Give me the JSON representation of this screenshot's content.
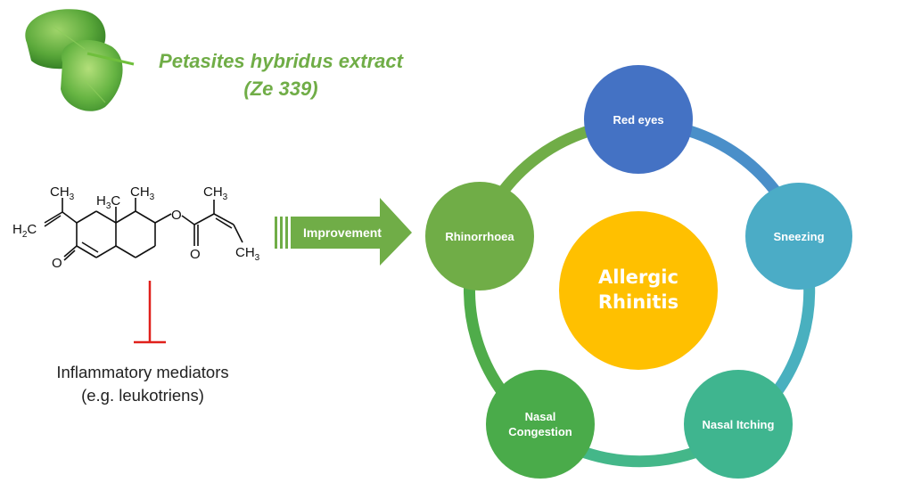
{
  "title": {
    "line1": "Petasites hybridus extract",
    "line2": "(Ze 339)"
  },
  "arrow_label": "Improvement",
  "inhibition": {
    "line1": "Inflammatory mediators",
    "line2": "(e.g. leukotriens)"
  },
  "molecule": {
    "ch3": "CH",
    "sub3": "3",
    "h2c": "H",
    "sub2": "2",
    "h2c_tail": "C",
    "h3c": "H",
    "h3c_tail": "C",
    "o": "O"
  },
  "center": {
    "line1": "Allergic",
    "line2": "Rhinitis"
  },
  "symptoms": [
    {
      "line1": "Red eyes",
      "line2": ""
    },
    {
      "line1": "Sneezing",
      "line2": ""
    },
    {
      "line1": "Nasal Itching",
      "line2": ""
    },
    {
      "line1": "Nasal",
      "line2": "Congestion"
    },
    {
      "line1": "Rhinorrhoea",
      "line2": ""
    }
  ],
  "colors": {
    "title_green": "#70ad47",
    "arrow_green": "#70ad47",
    "inhibit_red": "#e0201b",
    "center": "#ffc000",
    "red_eyes": "#4472c4",
    "sneezing": "#4bacc6",
    "nasal_itching": "#3fb58f",
    "nasal_congestion": "#4aab4a",
    "rhinorrhoea": "#70ad47"
  }
}
